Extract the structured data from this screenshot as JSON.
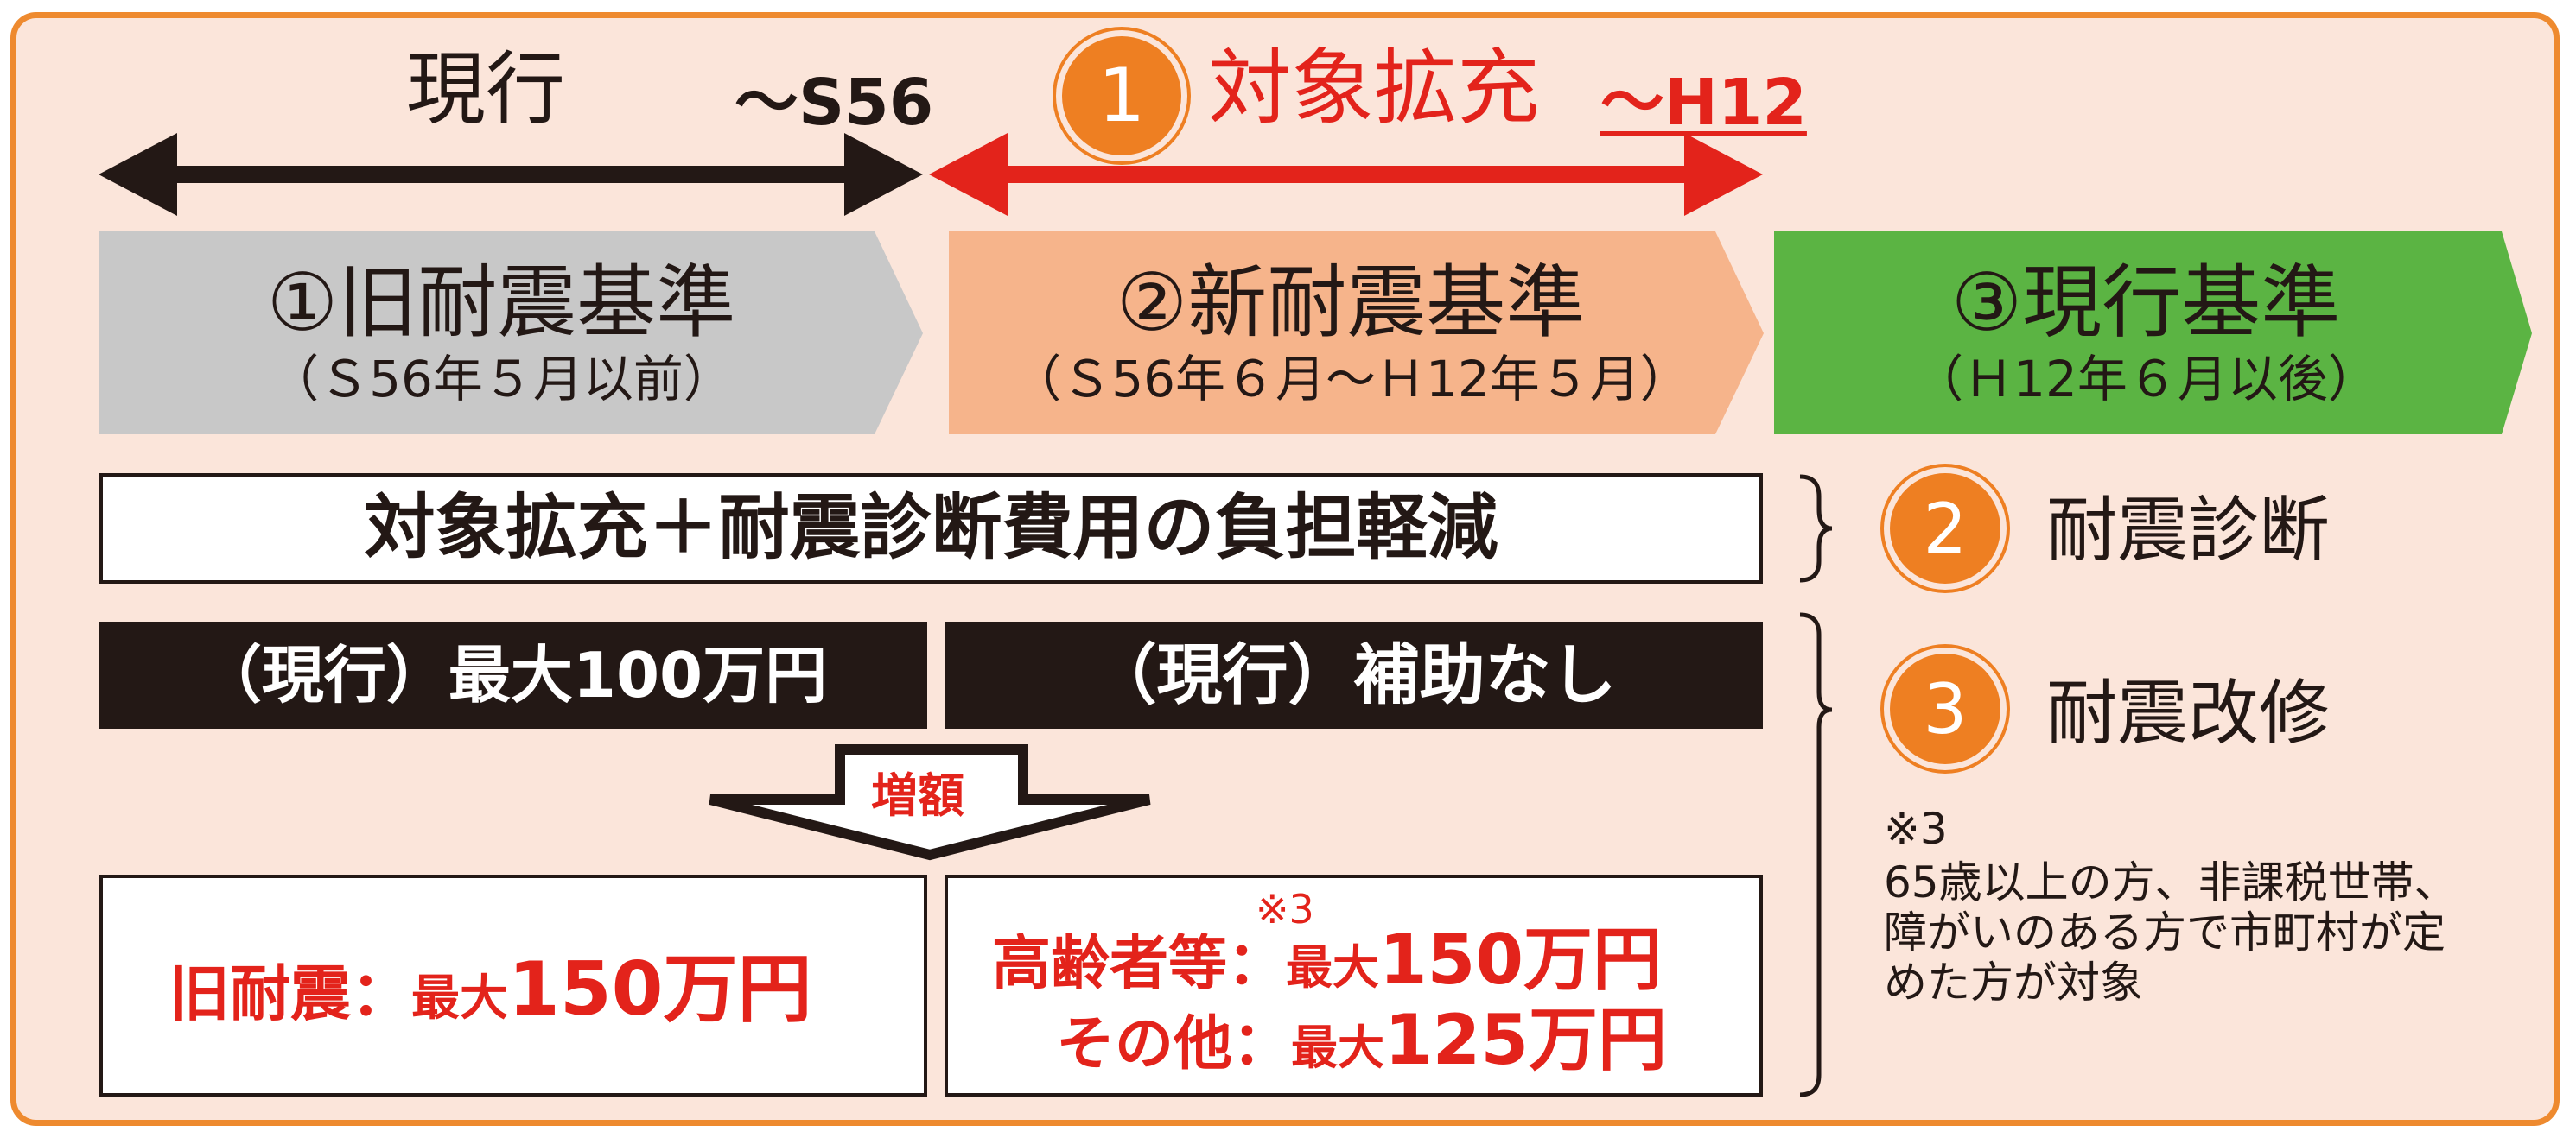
{
  "header": {
    "current": "現行",
    "current_limit": "〜S56",
    "expansion_number": "1",
    "expansion_label": "対象拡充",
    "expansion_limit": "〜H12"
  },
  "standards": [
    {
      "title": "①旧耐震基準",
      "period": "（Ｓ56年５月以前）",
      "color": "#c8c8c8"
    },
    {
      "title": "②新耐震基準",
      "period": "（Ｓ56年６月〜Ｈ12年５月）",
      "color": "#f6b48b"
    },
    {
      "title": "③現行基準",
      "period": "（Ｈ12年６月以後）",
      "color": "#5bb443"
    }
  ],
  "diagnosis": {
    "banner": "対象拡充＋耐震診断費用の負担軽減",
    "number": "2",
    "label": "耐震診断"
  },
  "retrofit": {
    "current_left": "（現行）最大100万円",
    "current_right": "（現行）補助なし",
    "increase_label": "増額",
    "old_label": "旧耐震：",
    "old_prefix": "最大",
    "old_amount": "150万円",
    "elderly_mark": "※3",
    "elderly_label": "高齢者等：",
    "elderly_prefix": "最大",
    "elderly_amount": "150万円",
    "other_label": "その他：",
    "other_prefix": "最大",
    "other_amount": "125万円",
    "number": "3",
    "label": "耐震改修"
  },
  "note": {
    "mark": "※3",
    "line1": "65歳以上の方、非課税世帯、",
    "line2": "障がいのある方で市町村が定",
    "line3": "めた方が対象"
  },
  "colors": {
    "panel_bg": "#fbe5da",
    "panel_border": "#ee8a2f",
    "accent_orange": "#ee7f22",
    "accent_red": "#e3231b",
    "dark": "#231815"
  }
}
